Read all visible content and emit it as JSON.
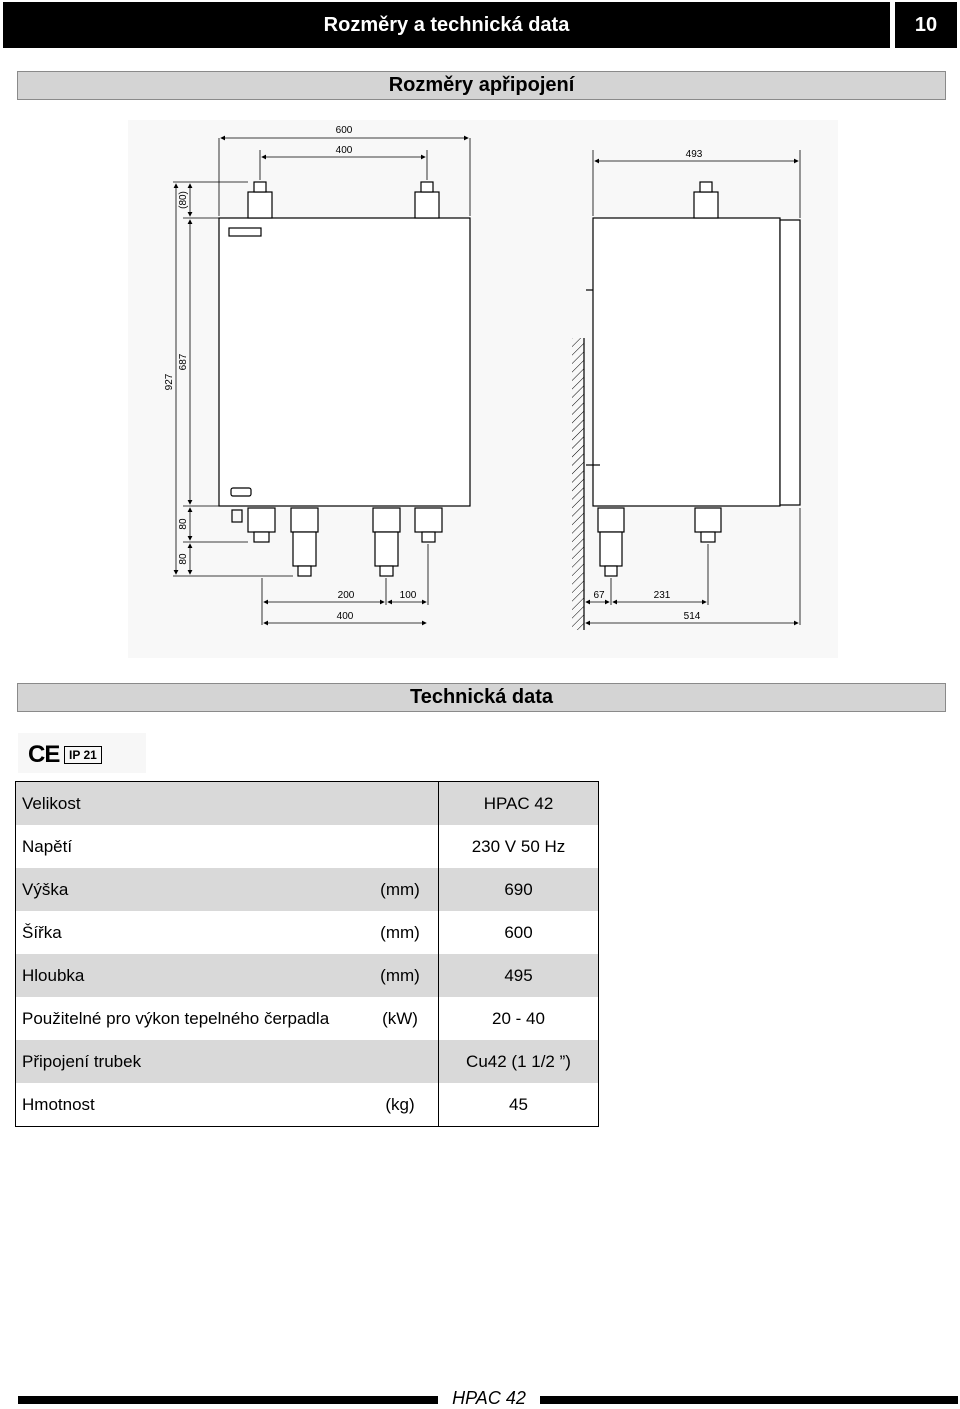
{
  "header": {
    "title": "Rozměry a technická data",
    "page_number": "10"
  },
  "section1": {
    "title": "Rozměry apřipojení"
  },
  "drawing": {
    "front": {
      "width_top_outer": "600",
      "width_top_inner": "400",
      "height_total": "927",
      "height_body": "687",
      "top_offset": "(80)",
      "bottom_offset_1": "80",
      "bottom_offset_2": "80",
      "bottom_dim_1": "200",
      "bottom_dim_2": "100",
      "bottom_dim_3": "400"
    },
    "side": {
      "width_top": "493",
      "bottom_dim_1": "67",
      "bottom_dim_2": "231",
      "bottom_dim_3": "514"
    }
  },
  "section2": {
    "title": "Technická data"
  },
  "marks": {
    "ce": "CE",
    "ip": "IP 21"
  },
  "table": {
    "rows": [
      {
        "label": "Velikost",
        "unit": "",
        "value": "HPAC 42"
      },
      {
        "label": "Napětí",
        "unit": "",
        "value": "230 V  50 Hz"
      },
      {
        "label": "Výška",
        "unit": "(mm)",
        "value": "690"
      },
      {
        "label": "Šířka",
        "unit": "(mm)",
        "value": "600"
      },
      {
        "label": "Hloubka",
        "unit": "(mm)",
        "value": "495"
      },
      {
        "label": "Použitelné pro výkon tepelného čerpadla",
        "unit": "(kW)",
        "value": "20 - 40"
      },
      {
        "label": "Připojení trubek",
        "unit": "",
        "value": "Cu42 (1 1/2 ”)"
      },
      {
        "label": "Hmotnost",
        "unit": "(kg)",
        "value": "45"
      }
    ]
  },
  "footer": {
    "text": "HPAC 42"
  }
}
